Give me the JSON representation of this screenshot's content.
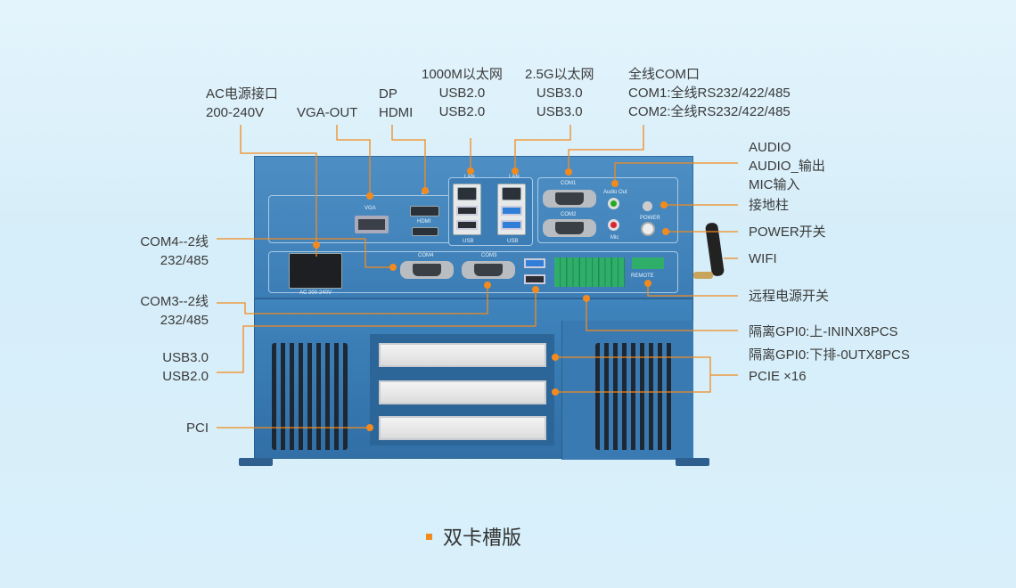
{
  "labels": {
    "ac_power": [
      "AC电源接口",
      "200-240V"
    ],
    "vga": "VGA-OUT",
    "dp_hdmi": [
      "DP",
      "HDMI"
    ],
    "lan1": [
      "1000M以太网",
      "USB2.0",
      "USB2.0"
    ],
    "lan2": [
      "2.5G以太网",
      "USB3.0",
      "USB3.0"
    ],
    "com": [
      "全线COM口",
      "COM1:全线RS232/422/485",
      "COM2:全线RS232/422/485"
    ],
    "audio": [
      "AUDIO",
      "AUDIO_输出",
      "MIC输入"
    ],
    "ground": "接地柱",
    "power_switch": "POWER开关",
    "wifi": "WIFI",
    "remote_power": "远程电源开关",
    "gpio": [
      "隔离GPI0:上-ININX8PCS",
      "隔离GPI0:下排-0UTX8PCS"
    ],
    "pcie": "PCIE ×16",
    "com4": [
      "COM4--2线",
      "232/485"
    ],
    "com3": [
      "COM3--2线",
      "232/485"
    ],
    "usb": [
      "USB3.0",
      "USB2.0"
    ],
    "pci": "PCI"
  },
  "panel": {
    "vga": "VGA",
    "dp": "DP",
    "hdmi": "HDMI",
    "lan": "LAN",
    "usb": "USB",
    "com1": "COM1",
    "com2": "COM2",
    "audio_out": "Audio Out",
    "mic": "Mic",
    "power": "POWER",
    "com4": "COM4",
    "com3": "COM3",
    "ac": "AC 200-240V",
    "remote": "REMOTE"
  },
  "caption": "双卡槽版",
  "colors": {
    "accent": "#f28a1e",
    "chassis": "#3c7db6",
    "background": "#d8effa"
  }
}
